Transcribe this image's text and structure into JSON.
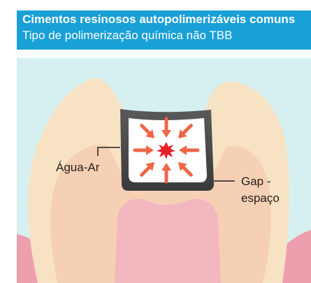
{
  "header": {
    "title": "Cimentos resinosos autopolimerizáveis comuns",
    "subtitle": "Tipo de polimerização química não TBB"
  },
  "labels": {
    "air_water": "Água-Ar",
    "gap_line1": "Gap -",
    "gap_line2": "espaço"
  },
  "colors": {
    "header_bg": "#19a0d6",
    "background": "#d6f0f2",
    "tooth_outer": "#f7e3c4",
    "tooth_core": "#f6d0b4",
    "pulp": "#f3b7c0",
    "gum": "#ee9fae",
    "cement_fill": "#ffffff",
    "cement_border": "#4d4d4d",
    "arrows": "#ee6648",
    "center_burst": "#e8202a"
  },
  "icons": [
    "polymerization-arrow-icon",
    "polymerization-center-icon"
  ]
}
